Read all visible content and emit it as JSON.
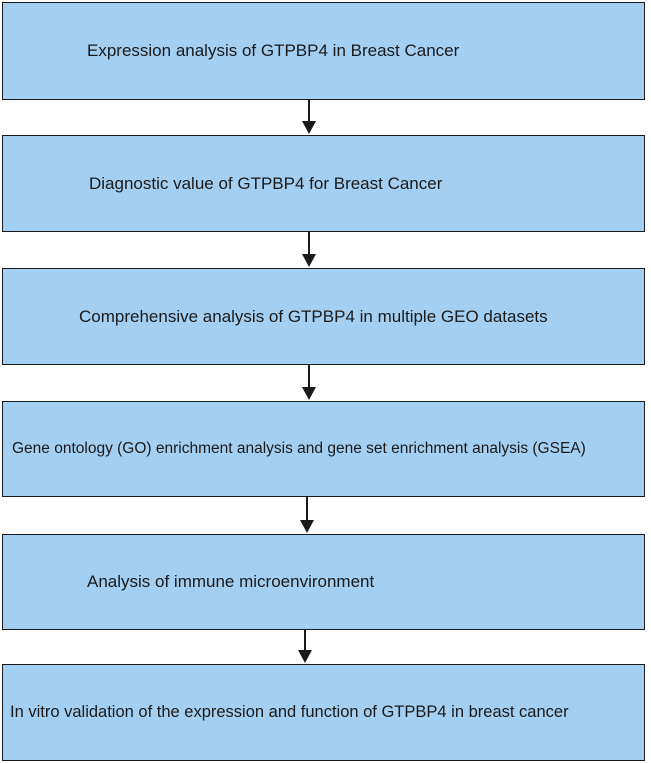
{
  "flowchart": {
    "steps": [
      {
        "label": "Expression analysis of GTPBP4 in Breast Cancer"
      },
      {
        "label": "Diagnostic value of GTPBP4 for Breast Cancer"
      },
      {
        "label": "Comprehensive analysis of GTPBP4 in multiple GEO datasets"
      },
      {
        "label": "Gene ontology (GO) enrichment analysis and gene set enrichment analysis (GSEA)"
      },
      {
        "label": "Analysis of immune microenvironment"
      },
      {
        "label": "In vitro validation of the expression and function of GTPBP4 in breast cancer"
      }
    ],
    "colors": {
      "box_fill": "#a3cff2",
      "border": "#1a1a1a",
      "arrow": "#1a1a1a"
    }
  }
}
